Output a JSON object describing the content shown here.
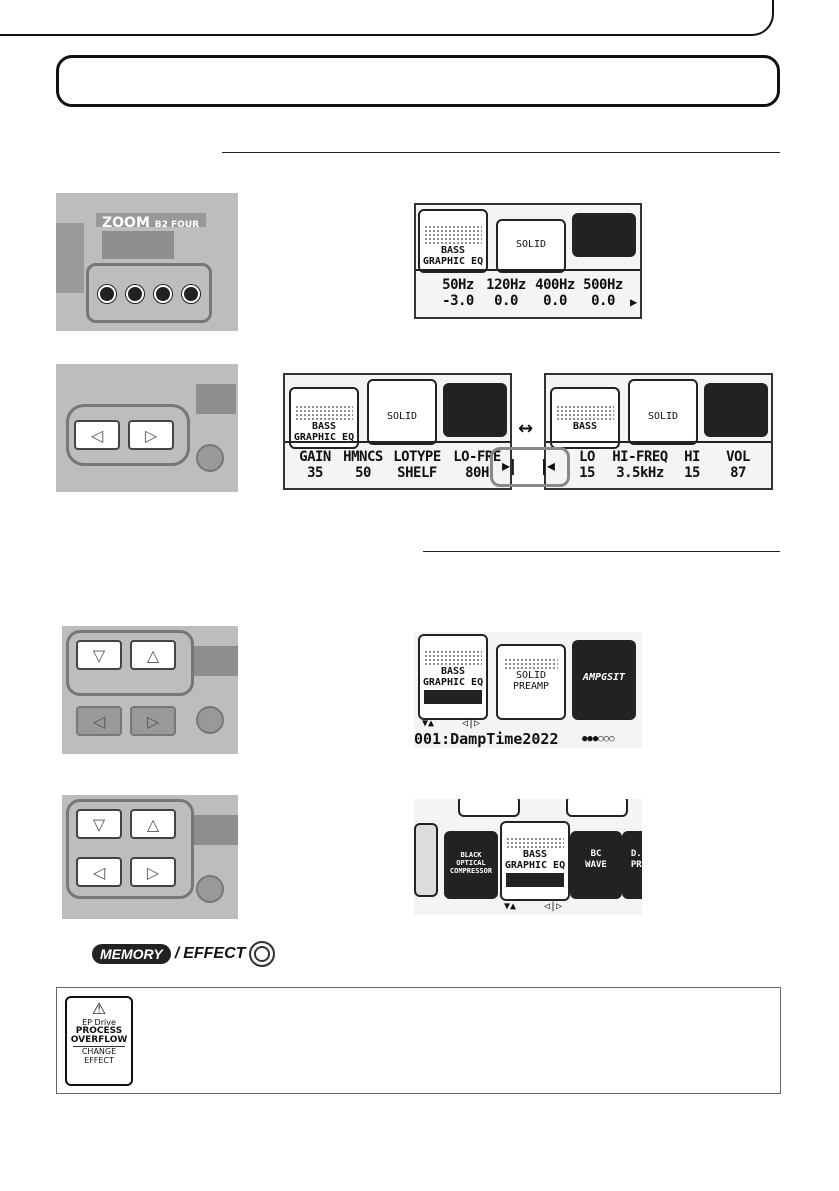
{
  "device_label": {
    "brand": "ZOOM",
    "model": "B2 FOUR"
  },
  "screen1": {
    "pedal1": "BASS\nGRAPHIC EQ",
    "pedal2": "SOLID",
    "params": [
      {
        "name": "50Hz",
        "value": "-3.0"
      },
      {
        "name": "120Hz",
        "value": "0.0"
      },
      {
        "name": "400Hz",
        "value": "0.0"
      },
      {
        "name": "500Hz",
        "value": "0.0"
      }
    ]
  },
  "screen2a": {
    "pedal1": "BASS\nGRAPHIC EQ",
    "pedal2": "SOLID",
    "params": [
      {
        "name": "GAIN",
        "value": "35"
      },
      {
        "name": "HMNCS",
        "value": "50"
      },
      {
        "name": "LOTYPE",
        "value": "SHELF"
      },
      {
        "name": "LO-FRE",
        "value": "80H"
      }
    ]
  },
  "screen2b": {
    "pedal1": "BASS",
    "pedal2": "SOLID",
    "params": [
      {
        "name": "LO",
        "value": "15"
      },
      {
        "name": "HI-FREQ",
        "value": "3.5kHz"
      },
      {
        "name": "HI",
        "value": "15"
      },
      {
        "name": "VOL",
        "value": "87"
      }
    ]
  },
  "screen3": {
    "pedal1": "BASS\nGRAPHIC EQ",
    "pedal2": "SOLID\nPREAMP",
    "pedal3": "AMPGSIT",
    "patch": "001:DampTime2022"
  },
  "screen4": {
    "pedal_left": "BLACK\nOPTICAL\nCOMPRESSOR",
    "pedal_mid": "BASS\nGRAPHIC EQ",
    "pedal_right": "BC\nWAVE",
    "pedal_far": "D.I\nPRE"
  },
  "memory_effect": {
    "memory": "MEMORY",
    "slash": "/",
    "effect": "EFFECT"
  },
  "warning_icon": {
    "line1": "EP Drive",
    "line2": "PROCESS",
    "line3": "OVERFLOW",
    "line4": "CHANGE",
    "line5": "EFFECT"
  },
  "arrows": {
    "swap": "↔"
  }
}
